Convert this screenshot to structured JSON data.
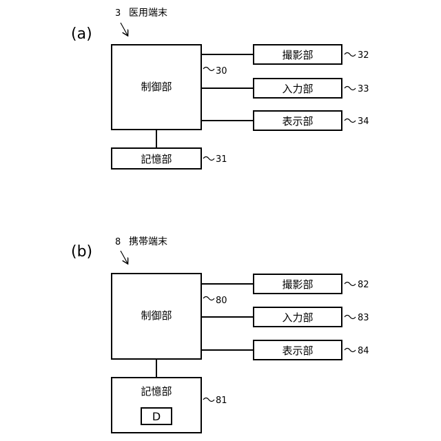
{
  "figure_a": {
    "label": "(a)",
    "device_ref": "3",
    "device_name": "医用端末",
    "control": {
      "label": "制御部",
      "ref": "30"
    },
    "storage": {
      "label": "記憶部",
      "ref": "31"
    },
    "modules": [
      {
        "label": "撮影部",
        "ref": "32"
      },
      {
        "label": "入力部",
        "ref": "33"
      },
      {
        "label": "表示部",
        "ref": "34"
      }
    ]
  },
  "figure_b": {
    "label": "(b)",
    "device_ref": "8",
    "device_name": "携帯端末",
    "control": {
      "label": "制御部",
      "ref": "80"
    },
    "storage": {
      "label": "記憶部",
      "ref": "81",
      "data_label": "D"
    },
    "modules": [
      {
        "label": "撮影部",
        "ref": "82"
      },
      {
        "label": "入力部",
        "ref": "83"
      },
      {
        "label": "表示部",
        "ref": "84"
      }
    ]
  }
}
